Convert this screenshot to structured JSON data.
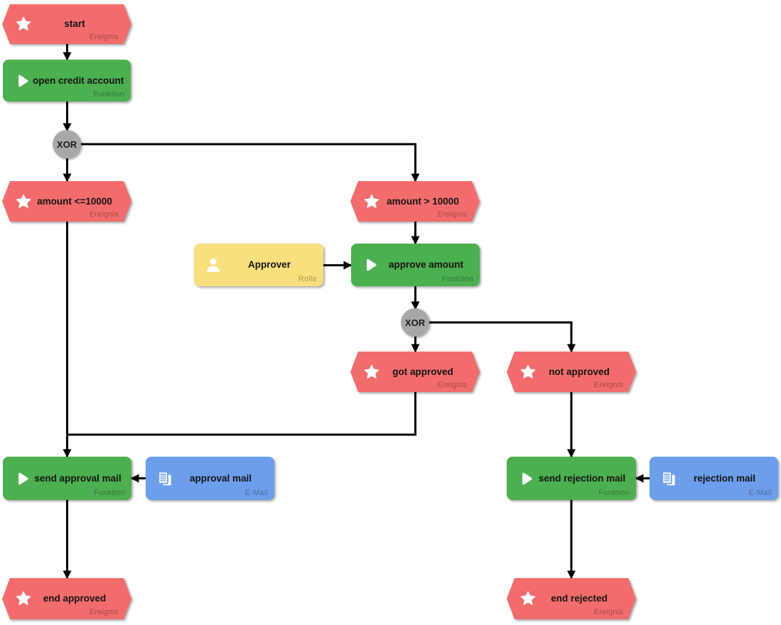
{
  "colors": {
    "event_fill": "#F36C6C",
    "function_fill": "#4CAF50",
    "role_fill": "#F9DF7D",
    "mail_fill": "#6D9EEB",
    "connector_fill": "#A8A8A8",
    "edge_color": "#000000",
    "canvas_background": "#FFFFFF"
  },
  "nodes": {
    "start": {
      "label": "start",
      "type_label": "Ereignis",
      "icon": "star-icon"
    },
    "open_credit_account": {
      "label": "open credit account",
      "type_label": "Funktion",
      "icon": "play-icon"
    },
    "xor1": {
      "label": "XOR"
    },
    "amount_le_10000": {
      "label": "amount <=10000",
      "type_label": "Ereignis",
      "icon": "star-icon"
    },
    "amount_gt_10000": {
      "label": "amount > 10000",
      "type_label": "Ereignis",
      "icon": "star-icon"
    },
    "approver": {
      "label": "Approver",
      "type_label": "Rolle",
      "icon": "person-icon"
    },
    "approve_amount": {
      "label": "approve amount",
      "type_label": "Funktion",
      "icon": "play-icon"
    },
    "xor2": {
      "label": "XOR"
    },
    "got_approved": {
      "label": "got approved",
      "type_label": "Ereignis",
      "icon": "star-icon"
    },
    "not_approved": {
      "label": "not approved",
      "type_label": "Ereignis",
      "icon": "star-icon"
    },
    "send_approval_mail": {
      "label": "send approval mail",
      "type_label": "Funktion",
      "icon": "play-icon"
    },
    "approval_mail": {
      "label": "approval mail",
      "type_label": "E-Mail",
      "icon": "documents-icon"
    },
    "send_rejection_mail": {
      "label": "send rejection mail",
      "type_label": "Funktion",
      "icon": "play-icon"
    },
    "rejection_mail": {
      "label": "rejection mail",
      "type_label": "E-Mail",
      "icon": "documents-icon"
    },
    "end_approved": {
      "label": "end approved",
      "type_label": "Ereignis",
      "icon": "star-icon"
    },
    "end_rejected": {
      "label": "end rejected",
      "type_label": "Ereignis",
      "icon": "star-icon"
    }
  }
}
